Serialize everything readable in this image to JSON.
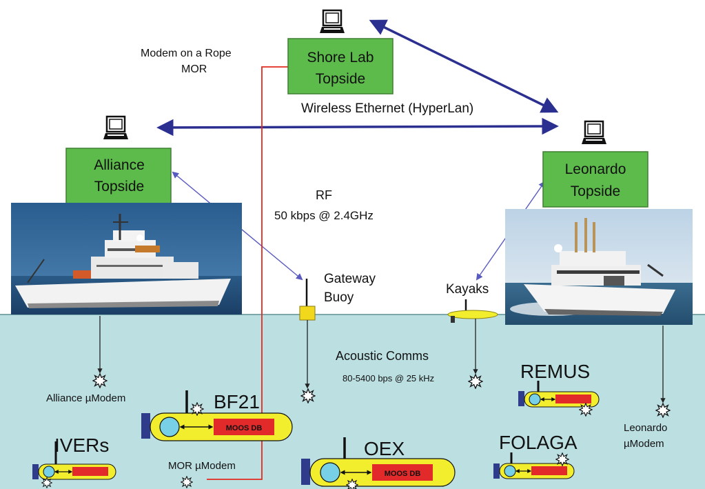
{
  "colors": {
    "sea": "#bcdfe2",
    "sea_line": "#5c8f95",
    "topside_box": "#5cbb4a",
    "wireless_arrow": "#2b2f8f",
    "rf_link": "#5a5bc0",
    "mor_rope": "#e02a1f",
    "vehicle_hull": "#f2ee2e",
    "vehicle_dome": "#78d0e6",
    "vehicle_prop": "#2f3c8c",
    "moos_db": "#e22a2a",
    "buoy": "#f2d81c"
  },
  "labels": {
    "modem_on_rope": "Modem on a Rope",
    "mor": "MOR",
    "shore_lab_line1": "Shore Lab",
    "shore_lab_line2": "Topside",
    "wireless_ethernet": "Wireless Ethernet (HyperLan)",
    "alliance_line1": "Alliance",
    "alliance_line2": "Topside",
    "leonardo_line1": "Leonardo",
    "leonardo_line2": "Topside",
    "rf": "RF",
    "rf_rate": "50 kbps @ 2.4GHz",
    "gateway_line1": "Gateway",
    "gateway_line2": "Buoy",
    "kayaks": "Kayaks",
    "acoustic_comms": "Acoustic Comms",
    "acoustic_rate": "80-5400 bps @ 25 kHz",
    "alliance_modem": "Alliance µModem",
    "bf21": "BF21",
    "moos_db": "MOOS DB",
    "remus": "REMUS",
    "ivers": "IVERs",
    "oex": "OEX",
    "folaga": "FOLAGA",
    "mor_modem": "MOR µModem",
    "leonardo_modem_line1": "Leonardo",
    "leonardo_modem_line2": "µModem"
  },
  "icons": {
    "computer": "laptop-computer-icon",
    "modem": "acoustic-modem-burst-icon",
    "ship": "research-vessel-photo"
  }
}
